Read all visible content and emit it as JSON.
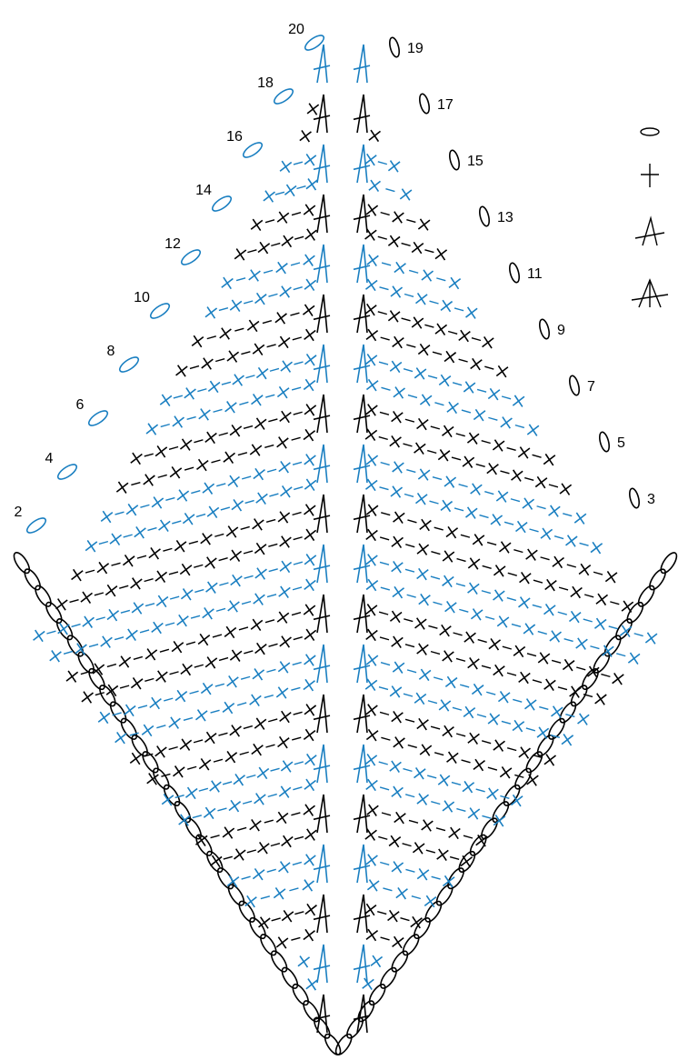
{
  "colors": {
    "black": "#000000",
    "blue": "#1a7fc1",
    "background": "#ffffff"
  },
  "rows": {
    "left_labels": [
      "2",
      "4",
      "6",
      "8",
      "10",
      "12",
      "14",
      "16",
      "18",
      "20"
    ],
    "right_labels": [
      "3",
      "5",
      "7",
      "9",
      "11",
      "13",
      "15",
      "17",
      "19"
    ]
  },
  "legend": [
    {
      "symbol": "chain-stitch-icon"
    },
    {
      "symbol": "single-crochet-icon"
    },
    {
      "symbol": "sc2tog-icon"
    },
    {
      "symbol": "sc3tog-icon"
    }
  ]
}
